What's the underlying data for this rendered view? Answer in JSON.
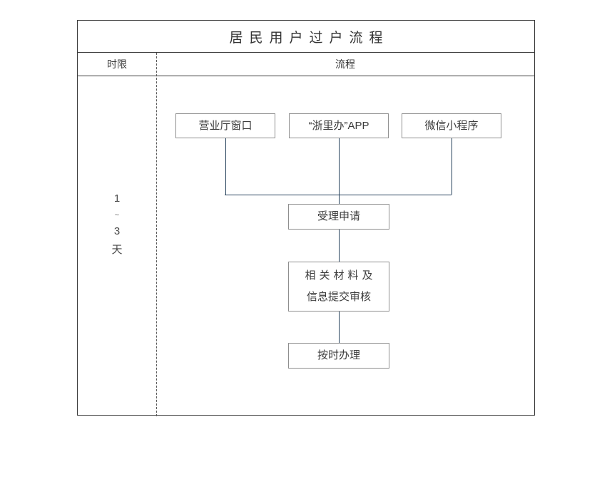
{
  "document": {
    "title": "居民用户过户流程"
  },
  "table": {
    "headers": {
      "time_limit": "时限",
      "flow": "流程"
    }
  },
  "duration": {
    "lines": [
      "1",
      "~",
      "3",
      "天"
    ]
  },
  "flow": {
    "sources": [
      {
        "label": "营业厅窗口"
      },
      {
        "label": "“浙里办”APP"
      },
      {
        "label": "微信小程序"
      }
    ],
    "steps": [
      {
        "line1": "受理申请",
        "line2": ""
      },
      {
        "line1": "相关材料及",
        "line2": "信息提交审核"
      },
      {
        "line1": "按时办理",
        "line2": ""
      }
    ]
  },
  "colors": {
    "frame": "#3b3b3b",
    "node_border": "#8f8f8f",
    "connector": "#27425c",
    "text": "#3a3a3a",
    "background": "#ffffff"
  },
  "chart_data": {
    "type": "diagram",
    "title": "居民用户过户流程",
    "columns": [
      "时限",
      "流程"
    ],
    "time_limit": "1~3天",
    "nodes": [
      {
        "id": "hall",
        "label": "营业厅窗口",
        "level": 0
      },
      {
        "id": "app",
        "label": "“浙里办”APP",
        "level": 0
      },
      {
        "id": "wechat",
        "label": "微信小程序",
        "level": 0
      },
      {
        "id": "accept",
        "label": "受理申请",
        "level": 1
      },
      {
        "id": "materials",
        "label": "相关材料及信息提交审核",
        "level": 2
      },
      {
        "id": "process",
        "label": "按时办理",
        "level": 3
      }
    ],
    "edges": [
      {
        "from": "hall",
        "to": "accept"
      },
      {
        "from": "app",
        "to": "accept"
      },
      {
        "from": "wechat",
        "to": "accept"
      },
      {
        "from": "accept",
        "to": "materials"
      },
      {
        "from": "materials",
        "to": "process"
      }
    ]
  }
}
